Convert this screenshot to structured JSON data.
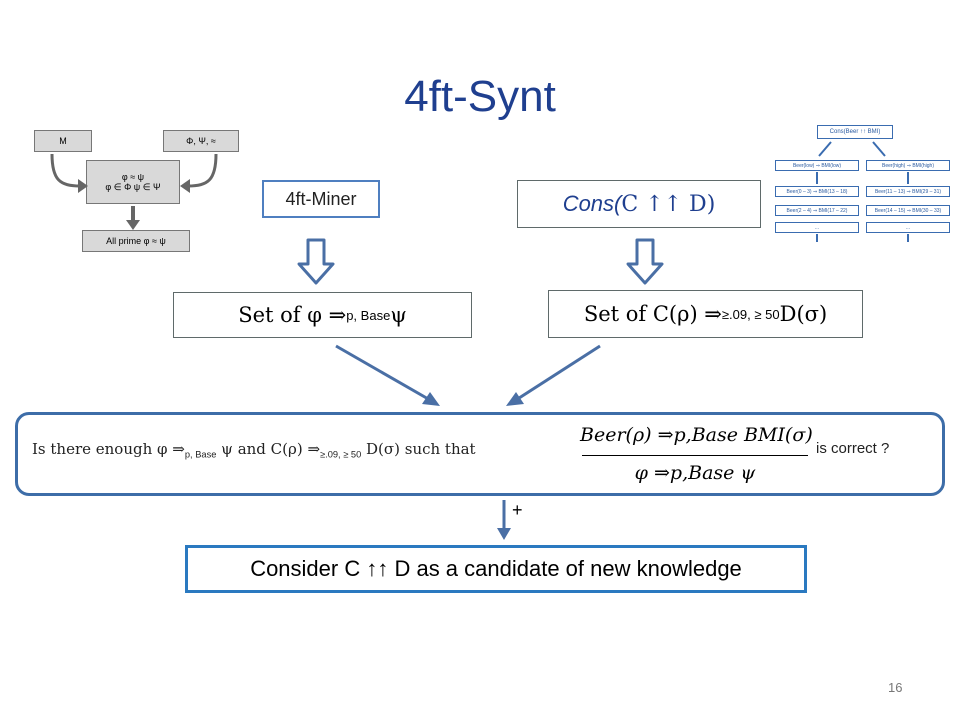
{
  "title": "4ft-Synt",
  "left_box": {
    "label": "4ft-Miner"
  },
  "right_box": {
    "prefix": "Cons(",
    "mid": "C ↑↑ D)"
  },
  "set_left": {
    "prefix": "Set of φ ⇒",
    "sub": "p, Base",
    "suffix": " ψ"
  },
  "set_right": {
    "prefix": "Set of  C(ρ)  ⇒",
    "sub": "≥.09, ≥ 50",
    "suffix": " D(σ)"
  },
  "question": {
    "part1": "Is there enough  φ ⇒",
    "sub1": "p, Base",
    "part2": " ψ  and C(ρ)  ⇒",
    "sub2": "≥.09, ≥ 50",
    "part3": " D(σ)  such that",
    "formula_top": "Beer(ρ) ⇒p,Base BMI(σ)",
    "formula_bottom": "φ ⇒p,Base ψ",
    "end": "is correct  ?"
  },
  "plus_label": "+",
  "conclusion": "Consider C ↑↑ D as a candidate of new  knowledge",
  "page_number": "16",
  "left_thumbnail": {
    "top_left": "M",
    "top_right": "Φ, Ψ, ≈",
    "middle_line1": "φ ≈ ψ",
    "middle_line2": "φ ∈ Φ   ψ ∈ Ψ",
    "bottom": "All prime φ ≈ ψ"
  },
  "right_thumbnail": {
    "top": "Cons(Beer ↑↑ BMI)",
    "row1": [
      "Beer(low) ⇒ BMI(low)",
      "Beer(high) ⇒ BMI(high)"
    ],
    "row2": [
      "Beer(0 – 3) ⇒ BMI(13 – 18)",
      "Beer(11 – 13) ⇒ BMI(29 – 31)"
    ],
    "row3": [
      "Beer(2 – 4) ⇒ BMI(17 – 22)",
      "Beer(14 – 15) ⇒ BMI(30 – 33)"
    ],
    "row4": [
      "...",
      "..."
    ]
  },
  "colors": {
    "title": "#1f3f8f",
    "arrow": "#4a6fa5",
    "frame": "#3d6da8",
    "conclusion_border": "#2a79c0"
  }
}
